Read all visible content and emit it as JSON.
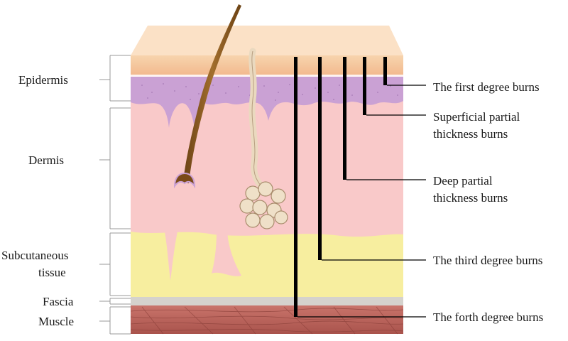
{
  "layers": [
    {
      "id": "epidermis",
      "label": "Epidermis"
    },
    {
      "id": "dermis",
      "label": "Dermis"
    },
    {
      "id": "subcutaneous",
      "label_line1": "Subcutaneous",
      "label_line2": "tissue"
    },
    {
      "id": "fascia",
      "label": "Fascia"
    },
    {
      "id": "muscle",
      "label": "Muscle"
    }
  ],
  "burns": [
    {
      "id": "first",
      "label_line1": "The first degree burns"
    },
    {
      "id": "superficial",
      "label_line1": "Superficial partial",
      "label_line2": "thickness burns"
    },
    {
      "id": "deep",
      "label_line1": "Deep partial",
      "label_line2": "thickness burns"
    },
    {
      "id": "third",
      "label_line1": "The third degree burns"
    },
    {
      "id": "fourth",
      "label_line1": "The forth degree burns"
    }
  ],
  "colors": {
    "epidermis": "#f5c79d",
    "basal": "#c9a2d3",
    "dermis": "#f9c9c9",
    "subcutaneous": "#f7ee9f",
    "fascia": "#d5d2cd",
    "muscle": "#b9625a",
    "hair": "#8a5a1e",
    "gland": "#efe0c8"
  }
}
